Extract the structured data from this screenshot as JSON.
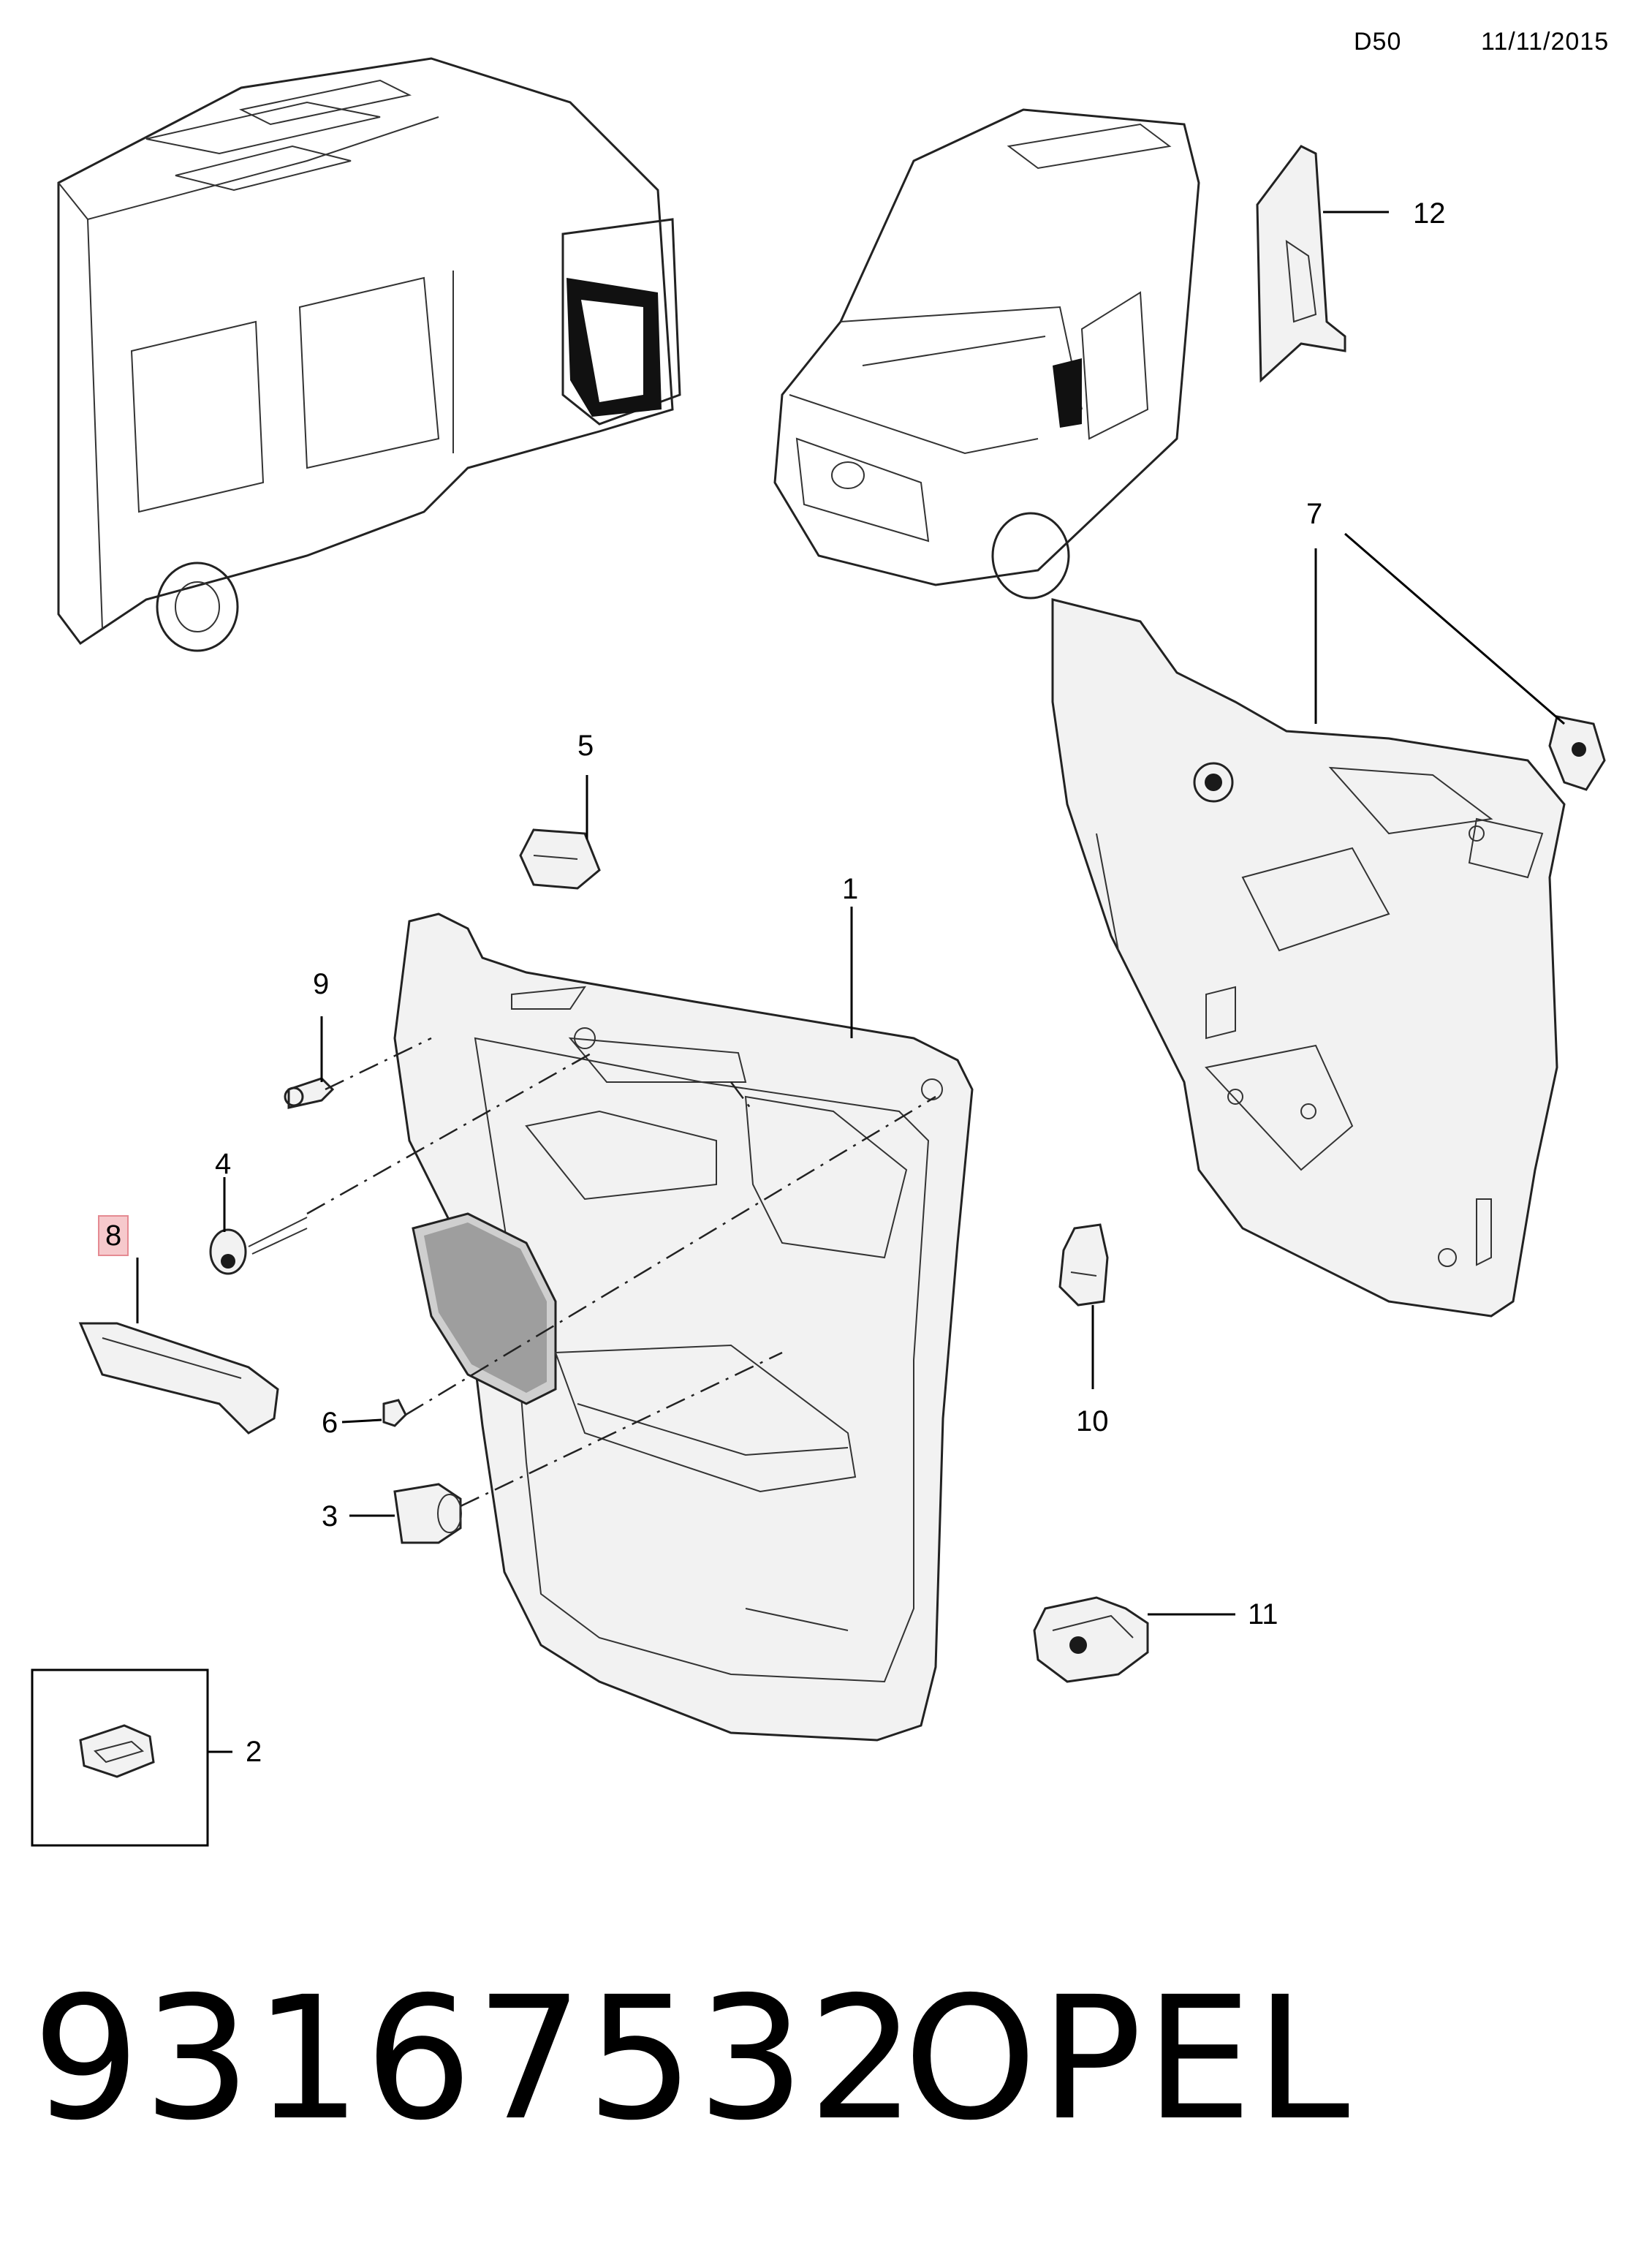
{
  "header": {
    "diagram_code": "D50",
    "date": "11/11/2015"
  },
  "callouts": {
    "c1": "1",
    "c2": "2",
    "c3": "3",
    "c4": "4",
    "c5": "5",
    "c6": "6",
    "c7": "7",
    "c8": "8",
    "c9": "9",
    "c10": "10",
    "c11": "11",
    "c12": "12"
  },
  "highlighted_callout": "8",
  "footer": {
    "part_number": "93167532",
    "brand": "OPEL"
  },
  "colors": {
    "line": "#222222",
    "highlight_fill": "#f6c9cc",
    "highlight_border": "#e58a92"
  }
}
